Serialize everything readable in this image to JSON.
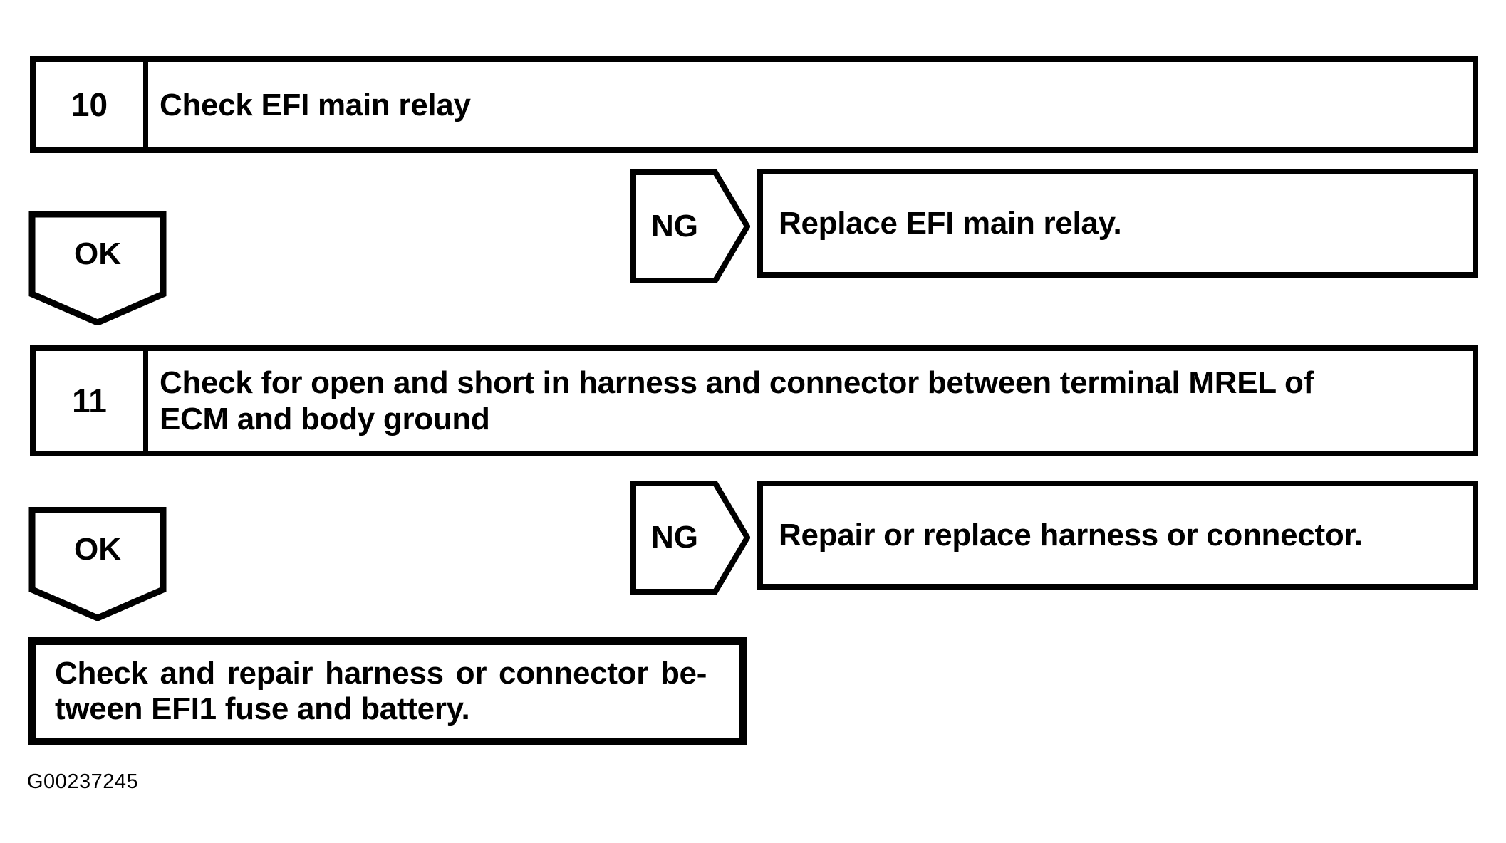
{
  "colors": {
    "ink": "#000000",
    "paper": "#ffffff"
  },
  "step10": {
    "number": "10",
    "title": "Check EFI main relay"
  },
  "ng1": {
    "label": "NG",
    "action": "Replace EFI main relay."
  },
  "ok1": {
    "label": "OK"
  },
  "step11": {
    "number": "11",
    "line1": "Check for open and short in harness and connector between terminal MREL of",
    "line2": "ECM and body ground"
  },
  "ng2": {
    "label": "NG",
    "action": "Repair or replace harness or connector."
  },
  "ok2": {
    "label": "OK"
  },
  "result": {
    "line1": "Check and repair harness or connector be-",
    "line2": "tween EFI1 fuse and battery."
  },
  "figure_code": "G00237245"
}
